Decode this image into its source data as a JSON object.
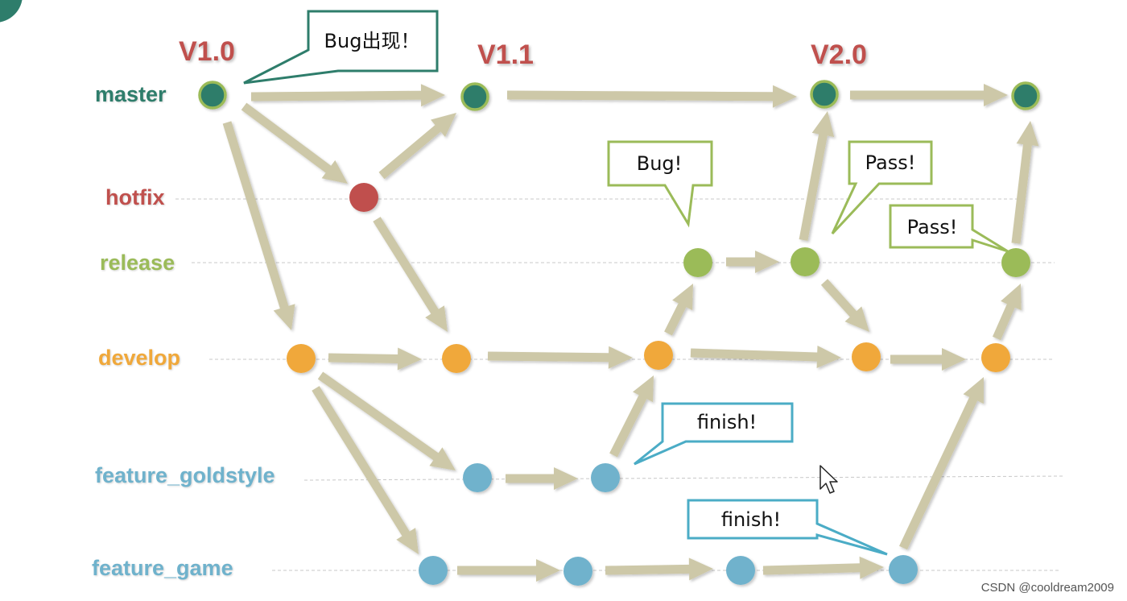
{
  "branches": {
    "master": {
      "label": "master",
      "color": "#2e7d6b"
    },
    "hotfix": {
      "label": "hotfix",
      "color": "#c0504d"
    },
    "release": {
      "label": "release",
      "color": "#9bbb59"
    },
    "develop": {
      "label": "develop",
      "color": "#f0a83a"
    },
    "feature_goldstyle": {
      "label": "feature_goldstyle",
      "color": "#6fb2cc"
    },
    "feature_game": {
      "label": "feature_game",
      "color": "#6fb2cc"
    }
  },
  "versions": {
    "v1_0": "V1.0",
    "v1_1": "V1.1",
    "v2_0": "V2.0"
  },
  "callouts": {
    "bug_appear": {
      "text": "Bug出现！",
      "border": "#2e7d6b"
    },
    "bug": {
      "text": "Bug!",
      "border": "#9bbb59"
    },
    "pass_1": {
      "text": "Pass!",
      "border": "#9bbb59"
    },
    "pass_2": {
      "text": "Pass!",
      "border": "#9bbb59"
    },
    "finish_1": {
      "text": "finish!",
      "border": "#4bacc6"
    },
    "finish_2": {
      "text": "finish!",
      "border": "#4bacc6"
    }
  },
  "arrow_color": "#cdc8a8",
  "watermark": "CSDN @cooldream2009"
}
